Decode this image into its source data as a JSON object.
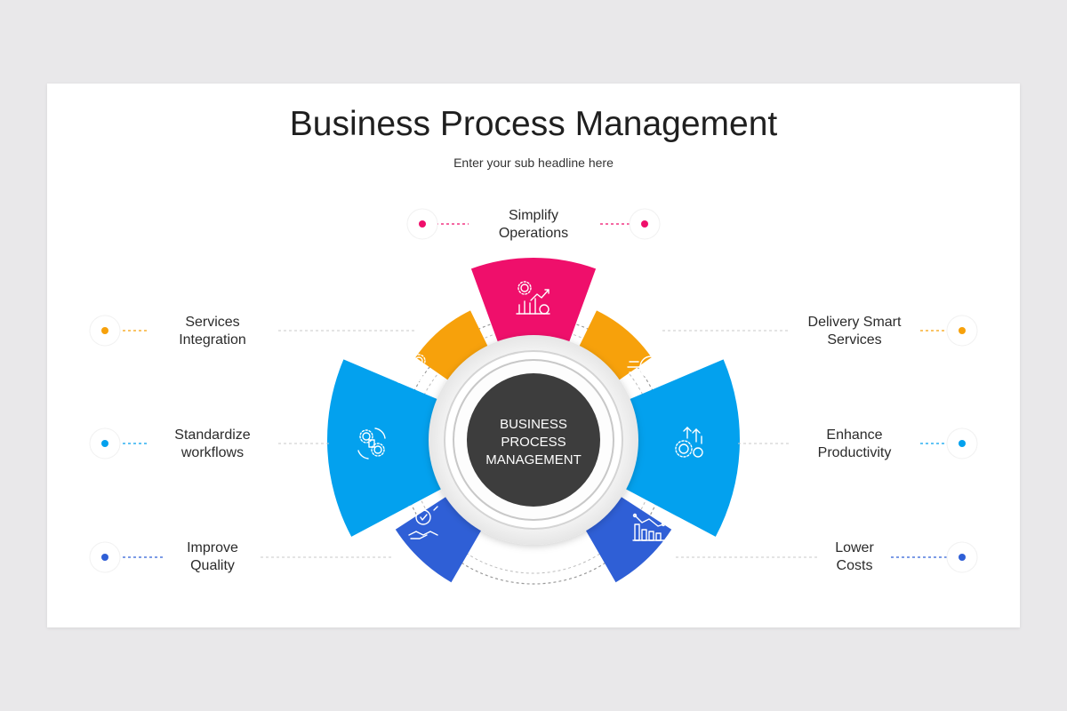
{
  "title": "Business Process Management",
  "subtitle": "Enter your sub headline here",
  "center": {
    "lines": [
      "BUSINESS",
      "PROCESS",
      "MANAGEMENT"
    ]
  },
  "colors": {
    "pink": "#ef0f6b",
    "orange": "#f7a10b",
    "sky": "#03a1ee",
    "blue": "#2f5fd6",
    "center": "#3d3d3d"
  },
  "items": [
    {
      "key": "simplify",
      "lines": [
        "Simplify",
        "Operations"
      ],
      "color": "pink",
      "icon": "gear-chart-icon"
    },
    {
      "key": "services",
      "lines": [
        "Services",
        "Integration"
      ],
      "color": "orange",
      "icon": "gear-hand-icon"
    },
    {
      "key": "delivery",
      "lines": [
        "Delivery Smart",
        "Services"
      ],
      "color": "orange",
      "icon": "clock-icon"
    },
    {
      "key": "standardize",
      "lines": [
        "Standardize",
        "workflows"
      ],
      "color": "sky",
      "icon": "gears-cycle-icon"
    },
    {
      "key": "enhance",
      "lines": [
        "Enhance",
        "Productivity"
      ],
      "color": "sky",
      "icon": "gears-arrows-icon"
    },
    {
      "key": "improve",
      "lines": [
        "Improve",
        "Quality"
      ],
      "color": "blue",
      "icon": "quality-medal-icon"
    },
    {
      "key": "lower",
      "lines": [
        "Lower",
        "Costs"
      ],
      "color": "blue",
      "icon": "bar-chart-down-icon"
    }
  ]
}
